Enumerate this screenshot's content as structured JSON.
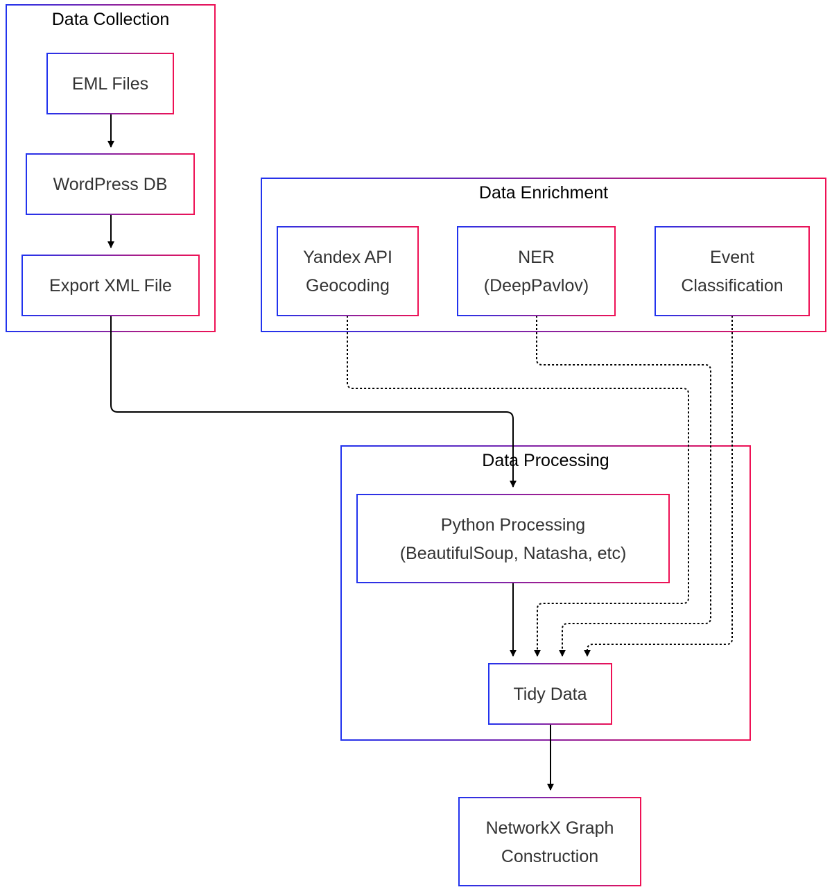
{
  "colors": {
    "gradient_start": "#2233ee",
    "gradient_end": "#ee1155",
    "cluster_label": "#000000",
    "node_label": "#333333",
    "edge": "#000000"
  },
  "clusters": {
    "collection": "Data Collection",
    "enrichment": "Data Enrichment",
    "processing": "Data Processing"
  },
  "nodes": {
    "eml": [
      "EML Files"
    ],
    "wordpress": [
      "WordPress DB"
    ],
    "export": [
      "Export XML File"
    ],
    "yandex": [
      "Yandex API",
      "Geocoding"
    ],
    "ner": [
      "NER",
      "(DeepPavlov)"
    ],
    "event": [
      "Event",
      "Classification"
    ],
    "python": [
      "Python Processing",
      "(BeautifulSoup, Natasha, etc)"
    ],
    "tidy": [
      "Tidy Data"
    ],
    "networkx": [
      "NetworkX Graph",
      "Construction"
    ]
  },
  "edges": [
    {
      "from": "eml",
      "to": "wordpress",
      "style": "solid"
    },
    {
      "from": "wordpress",
      "to": "export",
      "style": "solid"
    },
    {
      "from": "export",
      "to": "python",
      "style": "solid"
    },
    {
      "from": "python",
      "to": "tidy",
      "style": "solid"
    },
    {
      "from": "yandex",
      "to": "tidy",
      "style": "dotted"
    },
    {
      "from": "ner",
      "to": "tidy",
      "style": "dotted"
    },
    {
      "from": "event",
      "to": "tidy",
      "style": "dotted"
    },
    {
      "from": "tidy",
      "to": "networkx",
      "style": "solid"
    }
  ]
}
